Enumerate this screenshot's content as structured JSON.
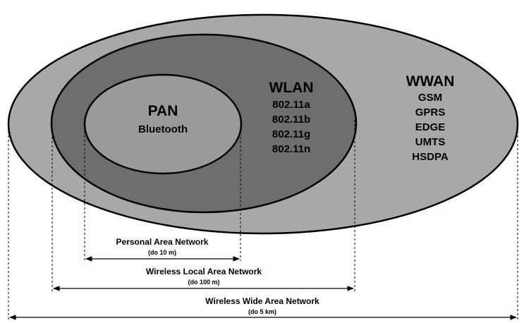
{
  "colors": {
    "wwan_fill": "#a8a8a8",
    "wlan_fill": "#6e6e6e",
    "pan_fill": "#9a9a9a",
    "outline": "#000000"
  },
  "zones": {
    "wwan": {
      "title": "WWAN",
      "technologies": [
        "GSM",
        "GPRS",
        "EDGE",
        "UMTS",
        "HSDPA"
      ]
    },
    "wlan": {
      "title": "WLAN",
      "technologies": [
        "802.11a",
        "802.11b",
        "802.11g",
        "802.11n"
      ]
    },
    "pan": {
      "title": "PAN",
      "technologies": [
        "Bluetooth"
      ]
    }
  },
  "ranges": {
    "pan": {
      "label": "Personal Area Network",
      "distance": "(do 10 m)"
    },
    "wlan": {
      "label": "Wireless Local Area Network",
      "distance": "(do 100 m)"
    },
    "wwan": {
      "label": "Wireless Wide Area Network",
      "distance": "(do 5 km)"
    }
  }
}
